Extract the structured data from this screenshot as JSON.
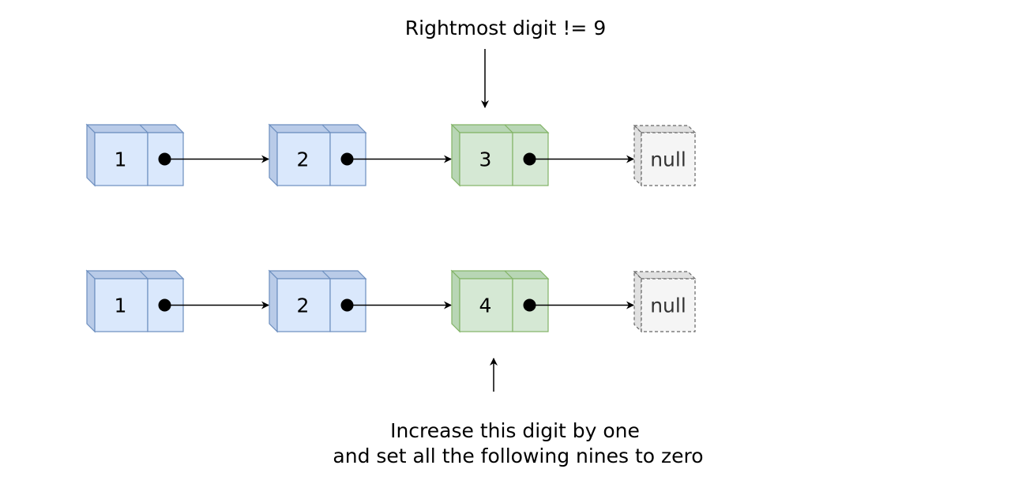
{
  "top_caption": "Rightmost digit != 9",
  "bottom_caption_line1": "Increase this digit by one",
  "bottom_caption_line2": "and set all the following nines to zero",
  "colors": {
    "blue_fill": "#dae8fc",
    "blue_side": "#b9cbe8",
    "blue_stroke": "#6c8ebf",
    "green_fill": "#d5e8d4",
    "green_side": "#b8d6b5",
    "green_stroke": "#82b366",
    "null_fill": "#f5f5f5",
    "null_side": "#e1e1e1",
    "null_stroke": "#666666"
  },
  "rows": [
    {
      "nodes": [
        {
          "value": "1",
          "color": "blue"
        },
        {
          "value": "2",
          "color": "blue"
        },
        {
          "value": "3",
          "color": "green"
        }
      ],
      "terminal": "null"
    },
    {
      "nodes": [
        {
          "value": "1",
          "color": "blue"
        },
        {
          "value": "2",
          "color": "blue"
        },
        {
          "value": "4",
          "color": "green"
        }
      ],
      "terminal": "null"
    }
  ]
}
